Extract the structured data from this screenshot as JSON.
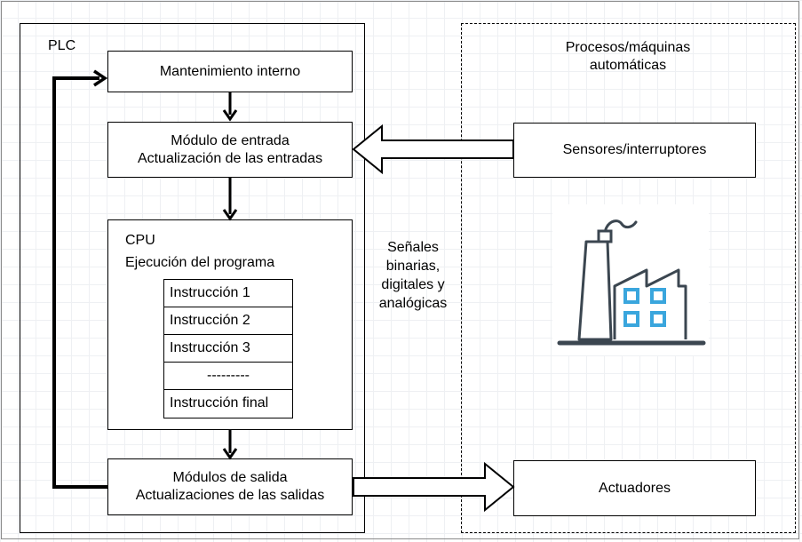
{
  "plc": {
    "title": "PLC",
    "mantenimiento": "Mantenimiento interno",
    "entrada_line1": "Módulo de entrada",
    "entrada_line2": "Actualización de las entradas",
    "cpu_line1": "CPU",
    "cpu_line2": "Ejecución del programa",
    "instructions": [
      "Instrucción 1",
      "Instrucción 2",
      "Instrucción 3",
      "---------",
      "Instrucción final"
    ],
    "salida_line1": "Módulos de salida",
    "salida_line2": "Actualizaciones de las salidas"
  },
  "signals": {
    "line1": "Señales",
    "line2": "binarias,",
    "line3": "digitales y",
    "line4": "analógicas"
  },
  "process": {
    "title_line1": "Procesos/máquinas",
    "title_line2": "automáticas",
    "sensores": "Sensores/interruptores",
    "actuadores": "Actuadores",
    "factory_icon": "factory-icon",
    "icon_color": "#3aa6dd"
  }
}
